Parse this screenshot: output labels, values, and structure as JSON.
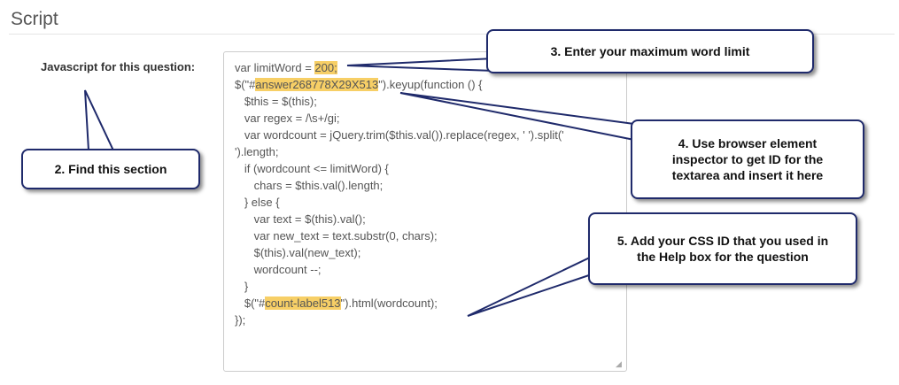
{
  "section": {
    "title": "Script"
  },
  "field": {
    "label": "Javascript for this question:"
  },
  "code_lines": [
    [
      {
        "t": "var limitWord = "
      },
      {
        "t": "200;",
        "hl": true
      }
    ],
    [
      {
        "t": "$(\"#"
      },
      {
        "t": "answer268778X29X513",
        "hl": true
      },
      {
        "t": "\").keyup(function () {"
      }
    ],
    [
      {
        "t": "   $this = $(this);"
      }
    ],
    [
      {
        "t": "   var regex = /\\s+/gi;"
      }
    ],
    [
      {
        "t": "   var wordcount = jQuery.trim($this.val()).replace(regex, ' ').split(' "
      }
    ],
    [
      {
        "t": "').length;"
      }
    ],
    [
      {
        "t": "   if (wordcount <= limitWord) {"
      }
    ],
    [
      {
        "t": "      chars = $this.val().length;"
      }
    ],
    [
      {
        "t": "   } else {"
      }
    ],
    [
      {
        "t": "      var text = $(this).val();"
      }
    ],
    [
      {
        "t": "      var new_text = text.substr(0, chars);"
      }
    ],
    [
      {
        "t": "      $(this).val(new_text);"
      }
    ],
    [
      {
        "t": "      wordcount --;"
      }
    ],
    [
      {
        "t": "   }"
      }
    ],
    [
      {
        "t": "   $(\"#"
      },
      {
        "t": "count-label513",
        "hl": true
      },
      {
        "t": "\").html(wordcount);"
      }
    ],
    [
      {
        "t": "});"
      }
    ]
  ],
  "callouts": {
    "c2": "2. Find this section",
    "c3": "3. Enter your maximum word limit",
    "c4": "4. Use browser element inspector to get ID for the textarea and insert it here",
    "c5": "5. Add your CSS ID that you used in the Help box for the question"
  },
  "colors": {
    "highlight": "#f7cf66",
    "callout_border": "#1f2a6b"
  }
}
